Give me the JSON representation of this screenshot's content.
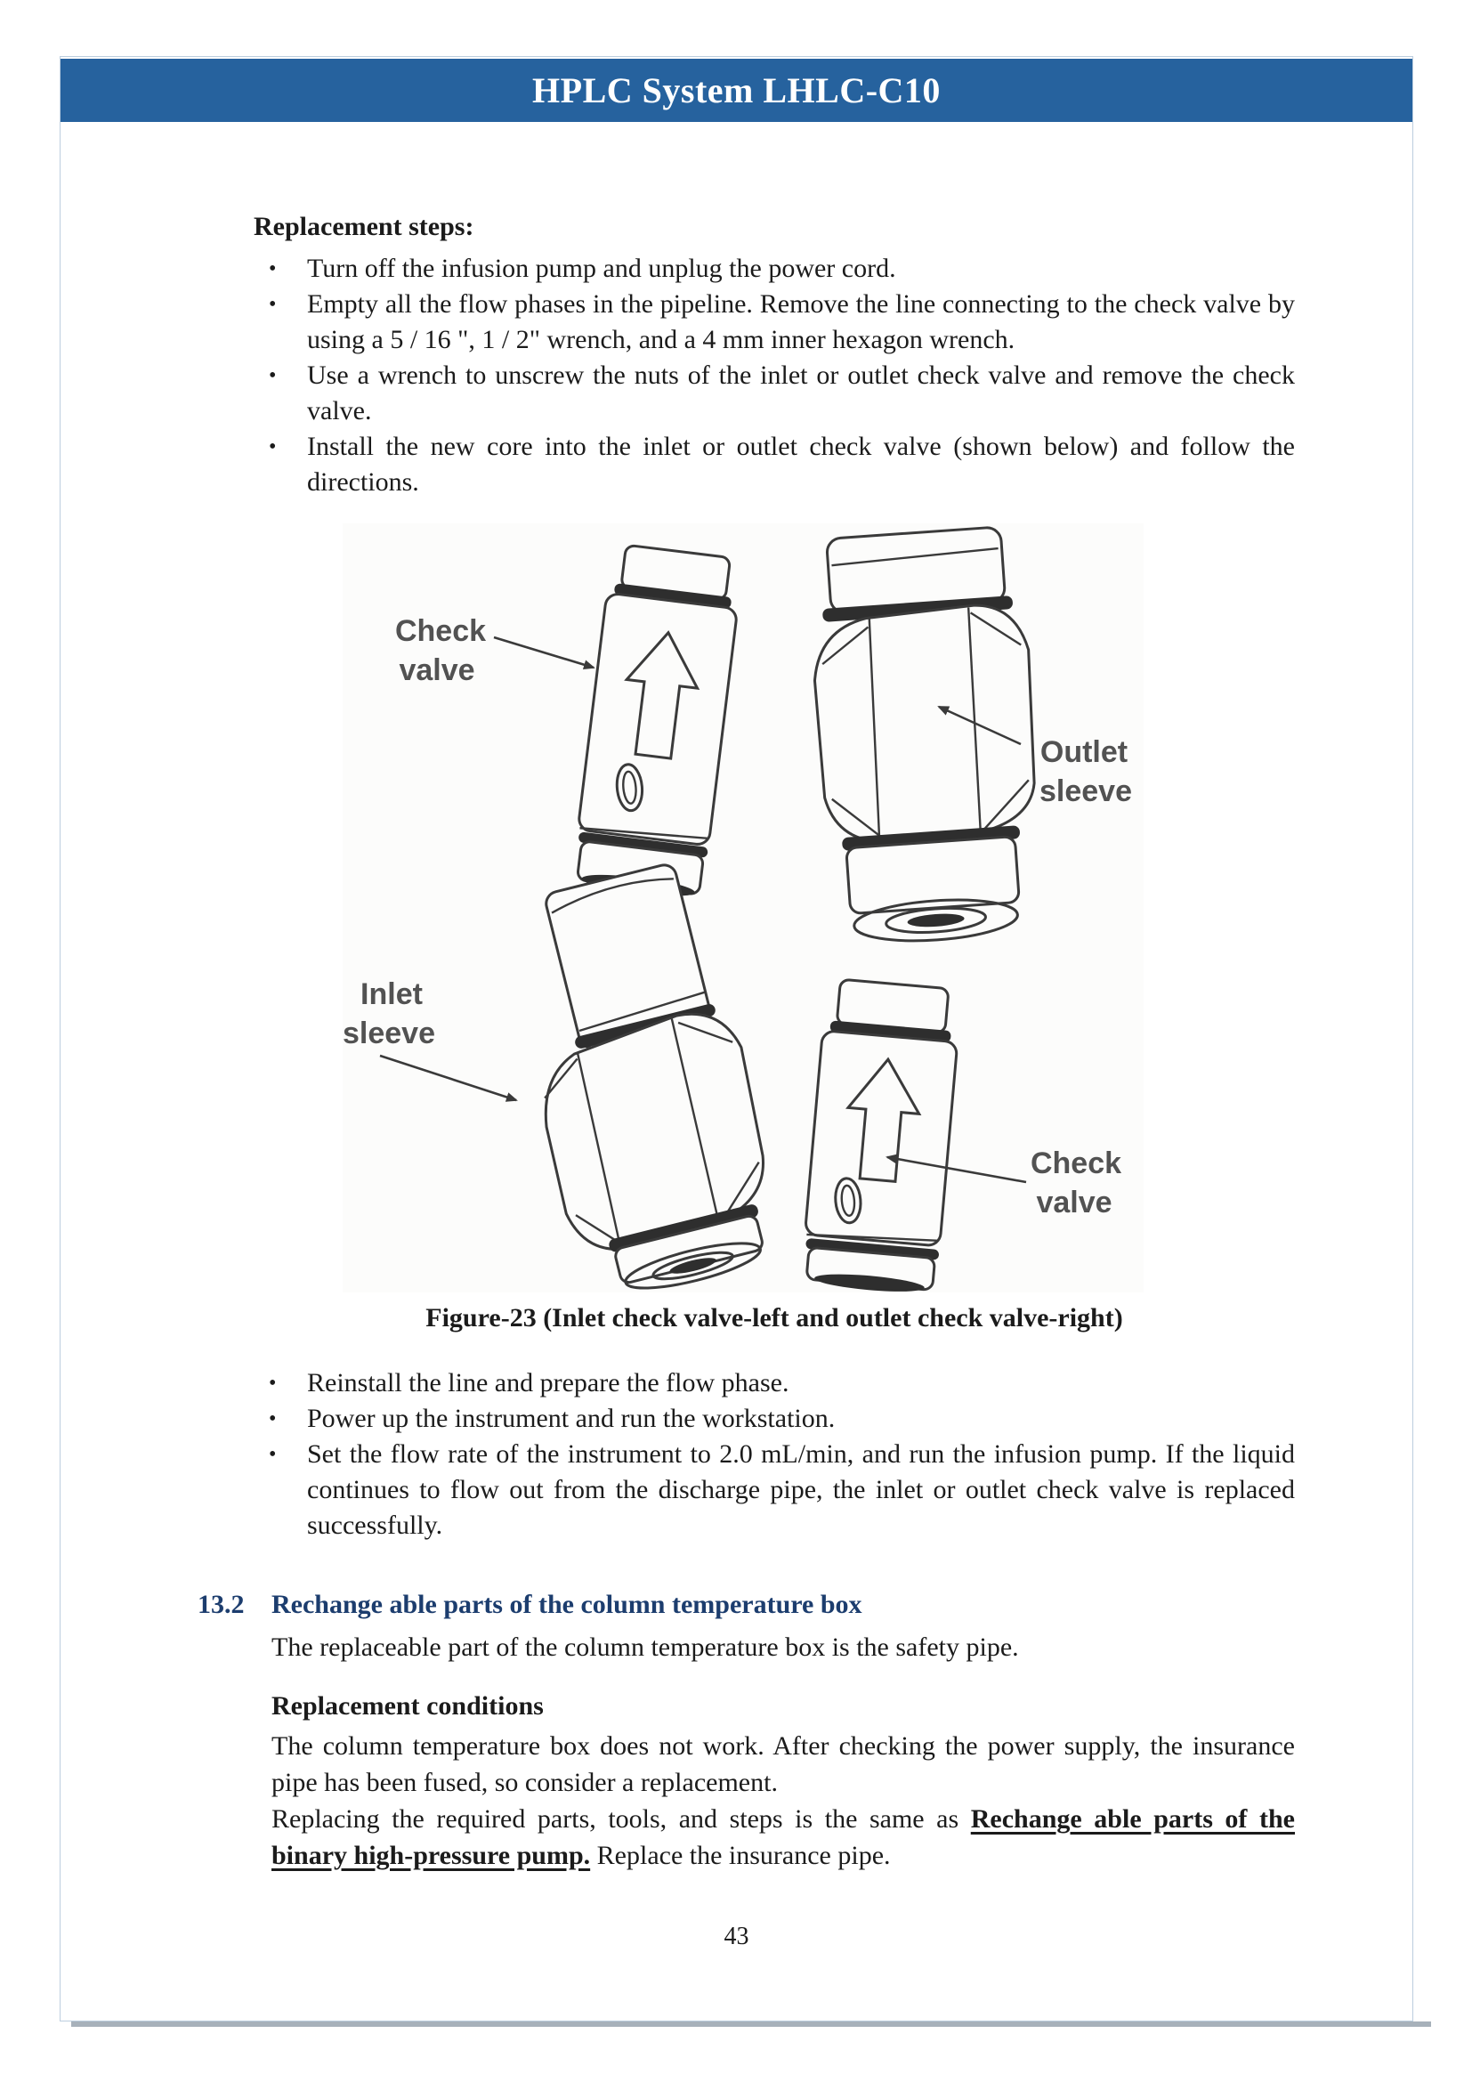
{
  "header": {
    "title": "HPLC System LHLC-C10"
  },
  "glyphs": {
    "bullet": "•"
  },
  "steps_section": {
    "heading": "Replacement steps:",
    "bullets": [
      "Turn off the infusion pump and unplug the power cord.",
      "Empty all the flow phases in the pipeline. Remove the line connecting to the check valve by using a 5 / 16 \", 1 / 2\" wrench, and a 4 mm inner hexagon wrench.",
      "Use a wrench to unscrew the nuts of the inlet or outlet check valve and remove the check valve.",
      "Install the new core into the inlet or outlet check valve (shown below) and follow the directions."
    ]
  },
  "figure": {
    "caption": "Figure-23 (Inlet check valve-left and outlet check valve-right)",
    "labels": {
      "check_valve_top": [
        "Check",
        "valve"
      ],
      "outlet_sleeve": [
        "Outlet",
        "sleeve"
      ],
      "inlet_sleeve": [
        "Inlet",
        "sleeve"
      ],
      "check_valve_bottom": [
        "Check",
        "valve"
      ]
    }
  },
  "post_figure_bullets": [
    "Reinstall the line and prepare the flow phase.",
    "Power up the instrument and run the workstation.",
    "Set the flow rate of the instrument to 2.0 mL/min, and run the infusion pump. If the liquid continues to flow out from the discharge pipe, the inlet or outlet check valve is replaced successfully."
  ],
  "section_13_2": {
    "number": "13.2",
    "title": "Rechange able parts of the column temperature box",
    "intro": "The replaceable part of the column temperature box is the safety pipe.",
    "conditions_heading": "Replacement conditions",
    "conditions_text": "The column temperature box does not work. After checking the power supply, the insurance pipe has been fused, so consider a replacement.",
    "replacing_prefix": "Replacing the required parts, tools, and steps is the same as ",
    "replacing_bold_underlined": "Rechange able parts of the binary high-pressure pump.",
    "replacing_suffix": " Replace the insurance pipe."
  },
  "page_number": "43",
  "colors": {
    "header_bar": "#26629e",
    "frame_border": "#bccedf",
    "bottom_shadow": "#a7b1ba",
    "section_heading": "#1c3d6e",
    "body_text": "#1b1b1b",
    "figure_lines": "#3a3a3a",
    "figure_labels": "#525252"
  }
}
